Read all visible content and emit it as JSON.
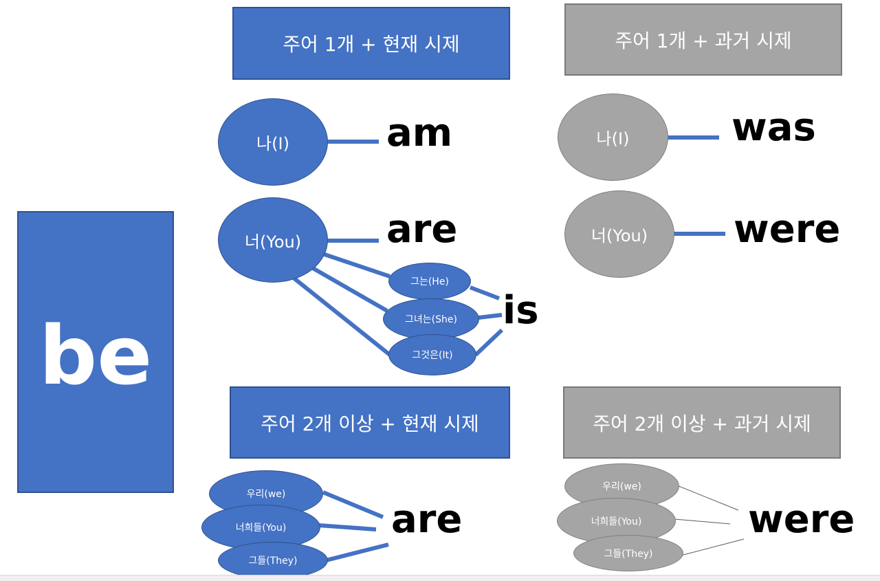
{
  "main_word": "be",
  "headers": {
    "present_singular": "주어 1개 + 현재 시제",
    "past_singular": "주어 1개 +  과거 시제",
    "present_plural": "주어 2개 이상 + 현재 시제",
    "past_plural": "주어 2개 이상 +  과거 시제"
  },
  "present_singular": {
    "subjects": {
      "i": "나(I)",
      "you": "너(You)",
      "he": "그는(He)",
      "she": "그녀는(She)",
      "it": "그것은(It)"
    },
    "verbs": {
      "am": "am",
      "are": "are",
      "is": "is"
    }
  },
  "past_singular": {
    "subjects": {
      "i": "나(I)",
      "you": "너(You)"
    },
    "verbs": {
      "was": "was",
      "were": "were"
    }
  },
  "present_plural": {
    "subjects": {
      "we": "우리(we)",
      "you_pl": "너희들(You)",
      "they": "그들(They)"
    },
    "verb": "are"
  },
  "past_plural": {
    "subjects": {
      "we": "우리(we)",
      "you_pl": "너희들(You)",
      "they": "그들(They)"
    },
    "verb": "were"
  },
  "colors": {
    "present_fill": "#4472c4",
    "past_fill": "#a5a5a5",
    "present_connector": "#4472c4",
    "past_connector_thick": "#4472c4",
    "past_connector_thin": "#595959"
  }
}
